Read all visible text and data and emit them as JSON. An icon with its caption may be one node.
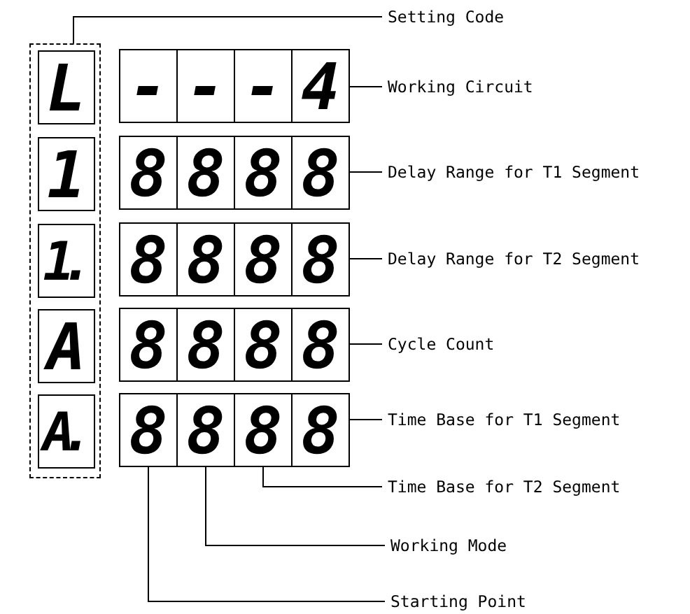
{
  "diagram": {
    "nodes": [
      {
        "text": [
          "Setting Code"
        ]
      },
      {
        "text": [],
        "shape": "box"
      },
      {
        "text": [
          "L"
        ],
        "in": 1
      },
      {
        "text": [
          "-"
        ]
      },
      {
        "text": [
          "-"
        ]
      },
      {
        "text": [
          "-"
        ]
      },
      {
        "text": [
          "4"
        ]
      },
      {
        "text": [
          "Working Circuit"
        ]
      },
      {
        "text": [
          "1"
        ],
        "in": 1
      },
      {
        "text": [
          "8"
        ]
      },
      {
        "text": [
          "8"
        ]
      },
      {
        "text": [
          "8"
        ]
      },
      {
        "text": [
          "8"
        ]
      },
      {
        "text": [
          "Delay Range for T1 Segment"
        ]
      },
      {
        "text": [
          "1."
        ],
        "in": 1
      },
      {
        "text": [
          "8"
        ]
      },
      {
        "text": [
          "8"
        ]
      },
      {
        "text": [
          "8"
        ]
      },
      {
        "text": [
          "8"
        ]
      },
      {
        "text": [
          "Delay Range for T2 Segment"
        ]
      },
      {
        "text": [
          "A"
        ],
        "in": 1
      },
      {
        "text": [
          "8"
        ]
      },
      {
        "text": [
          "8"
        ]
      },
      {
        "text": [
          "8"
        ]
      },
      {
        "text": [
          "8"
        ]
      },
      {
        "text": [
          "Cycle Count"
        ]
      },
      {
        "text": [
          "A."
        ],
        "in": 1
      },
      {
        "text": [
          "8"
        ]
      },
      {
        "text": [
          "8"
        ]
      },
      {
        "text": [
          "8"
        ]
      },
      {
        "text": [
          "8"
        ]
      },
      {
        "text": [
          "Time Base for T1 Segment"
        ]
      },
      {
        "text": [
          "Time Base for T2 Segment"
        ]
      },
      {
        "text": [
          "Working Mode"
        ]
      },
      {
        "text": [
          "Starting Point"
        ]
      }
    ],
    "edges": [
      {
        "from": 0,
        "to": 1,
        "arrow": "none"
      },
      {
        "from": 7,
        "to": 6,
        "arrow": "none"
      },
      {
        "from": 13,
        "to": 12,
        "arrow": "none"
      },
      {
        "from": 19,
        "to": 18,
        "arrow": "none"
      },
      {
        "from": 25,
        "to": 24,
        "arrow": "none"
      },
      {
        "from": 31,
        "to": 30,
        "arrow": "none"
      },
      {
        "from": 32,
        "to": 29,
        "arrow": "none"
      },
      {
        "from": 33,
        "to": 28,
        "arrow": "none"
      },
      {
        "from": 34,
        "to": 27,
        "arrow": "none"
      }
    ]
  }
}
